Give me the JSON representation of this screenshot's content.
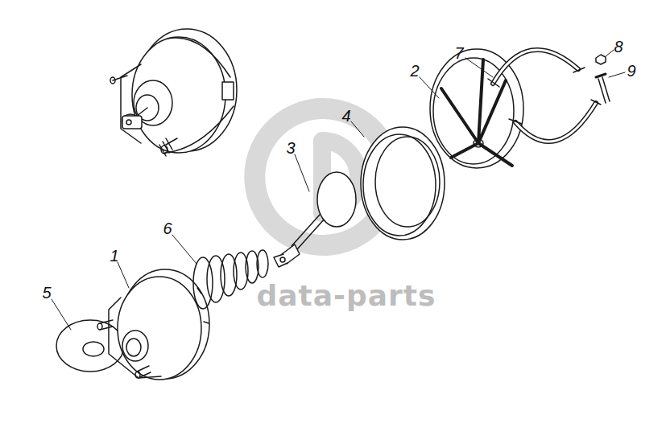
{
  "diagram": {
    "labels": [
      "7",
      "8",
      "2",
      "9",
      "4",
      "3",
      "6",
      "1",
      "5",
      "data-parts"
    ]
  }
}
